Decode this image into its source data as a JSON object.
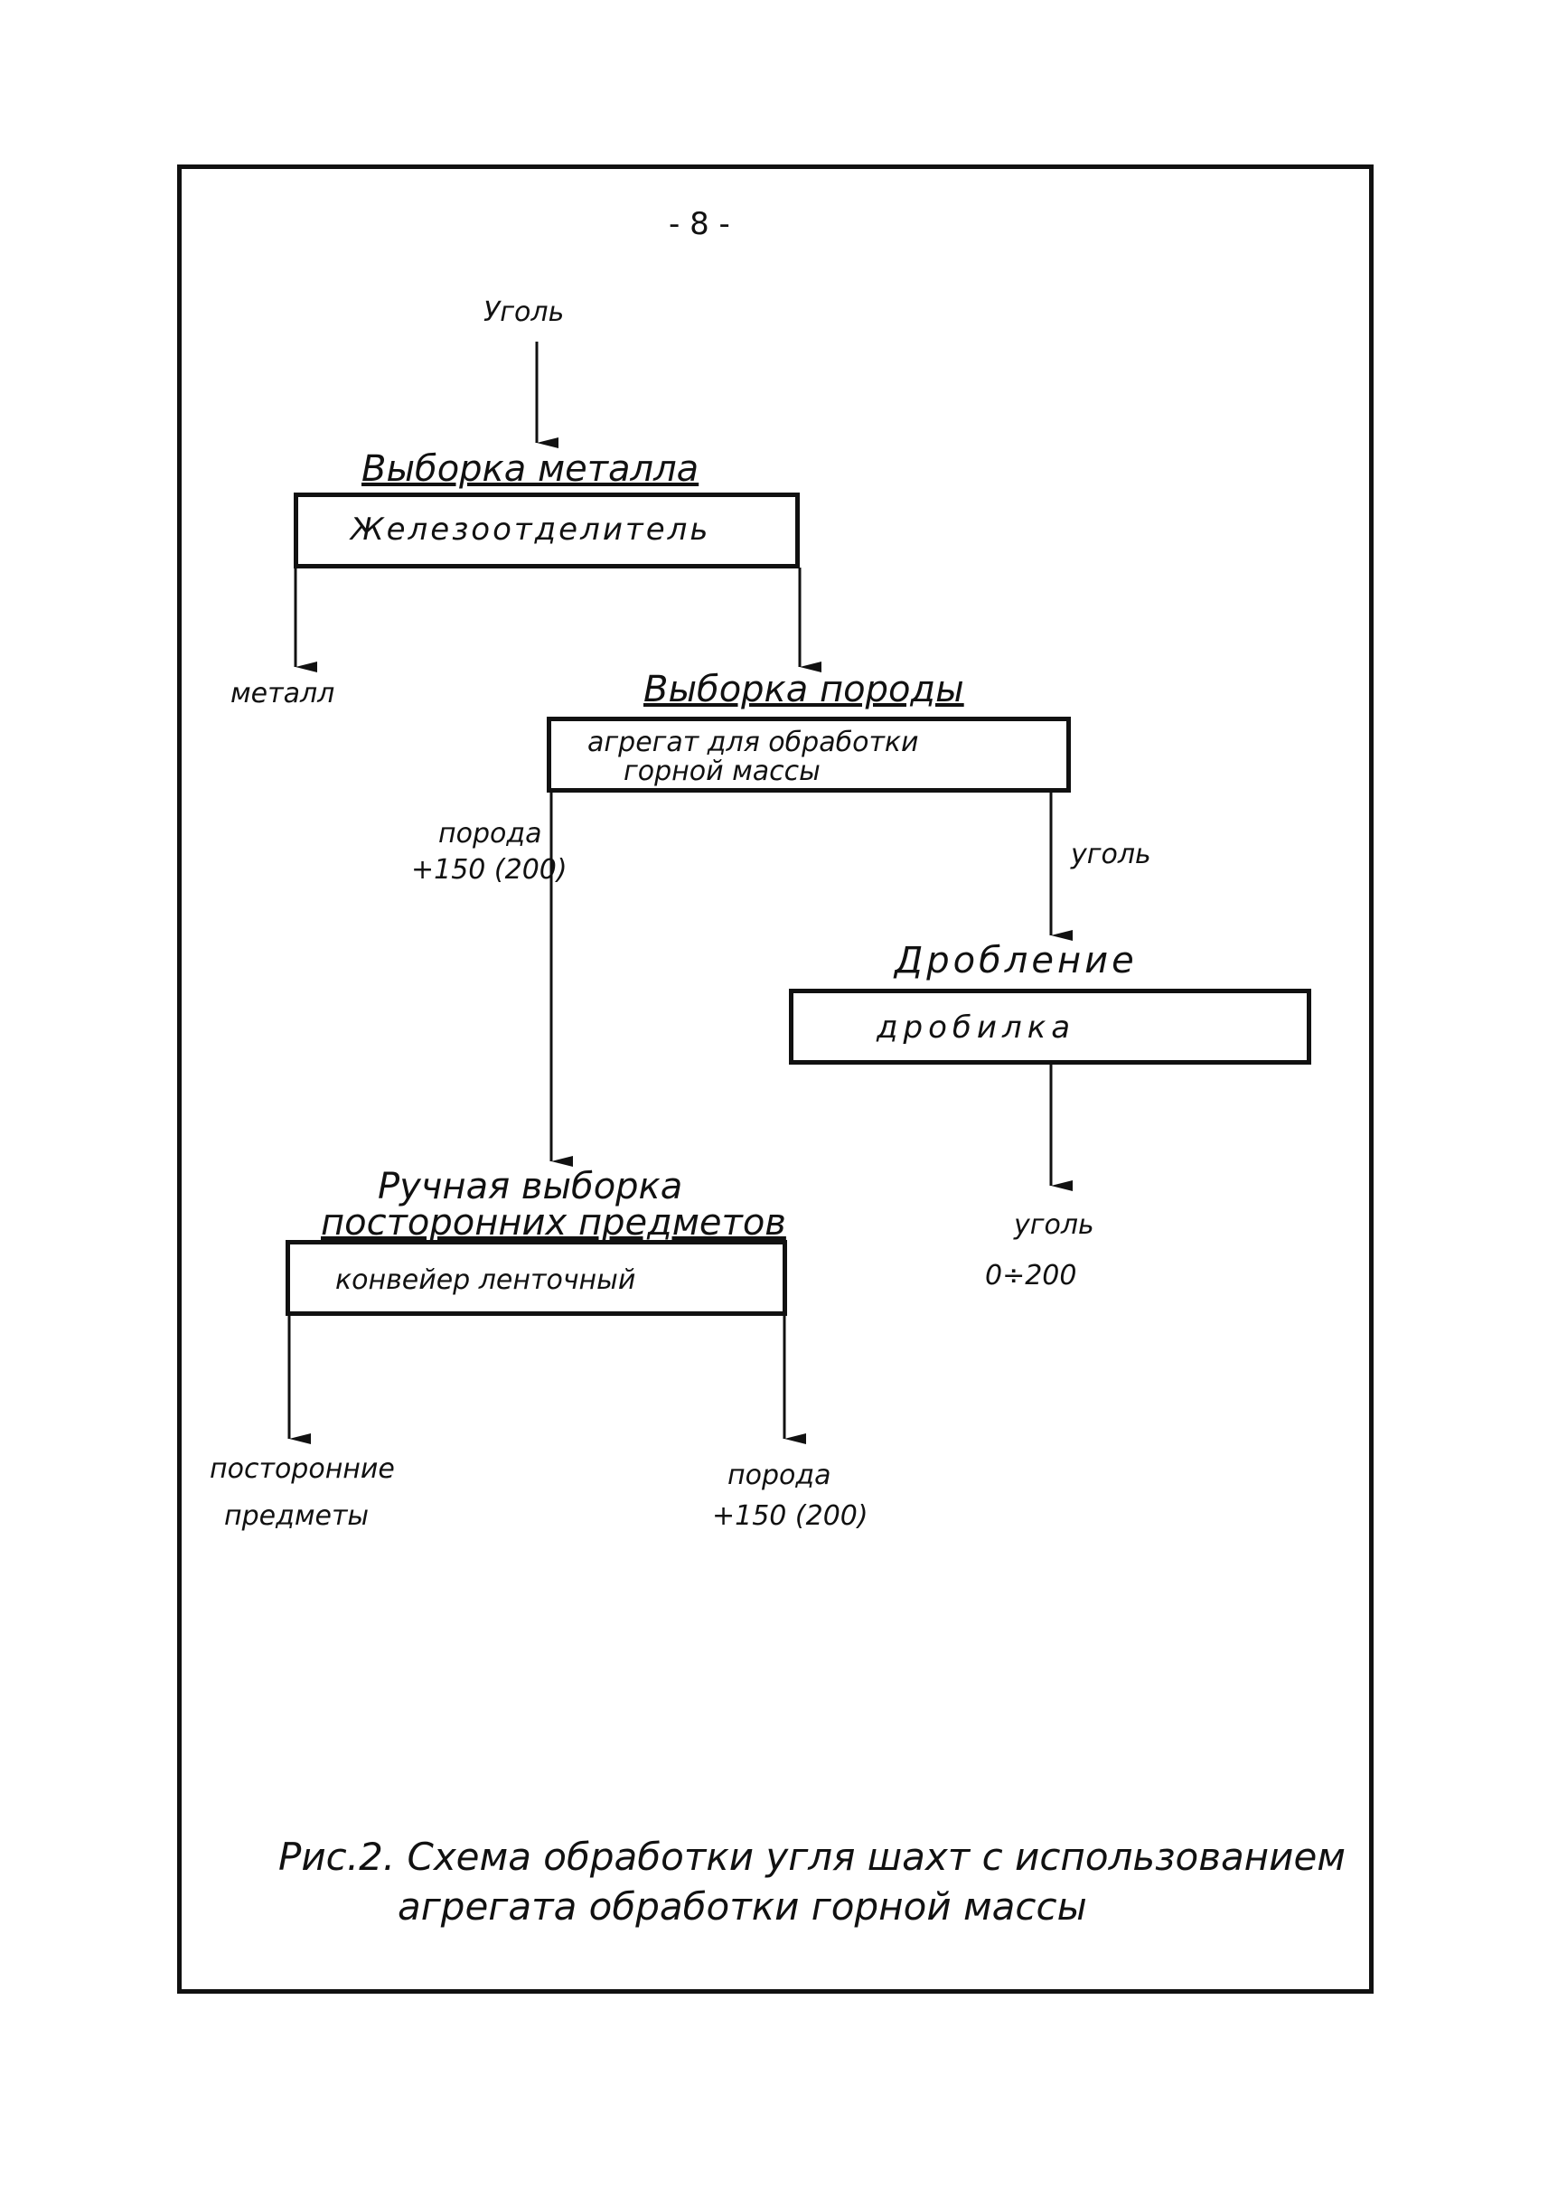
{
  "page_number": "- 8 -",
  "input_label": "Уголь",
  "stage1": {
    "title": "Выборка металла",
    "equipment": "Железоотделитель",
    "out_left": "металл"
  },
  "stage2": {
    "title": "Выборка породы",
    "equipment_line1": "агрегат для обработки",
    "equipment_line2": "горной массы",
    "out_left_line1": "порода",
    "out_left_line2": "+150 (200)",
    "out_right": "уголь"
  },
  "stage3": {
    "title": "Дробление",
    "equipment": "дробилка",
    "out_line1": "уголь",
    "out_line2": "0÷200"
  },
  "stage4": {
    "title_line1": "Ручная выборка",
    "title_line2": "посторонних предметов",
    "equipment": "конвейер ленточный",
    "out_left_line1": "посторонние",
    "out_left_line2": "предметы",
    "out_right_line1": "порода",
    "out_right_line2": "+150 (200)"
  },
  "caption_line1": "Рис.2. Схема обработки угля шахт с использованием",
  "caption_line2": "агрегата обработки горной массы"
}
